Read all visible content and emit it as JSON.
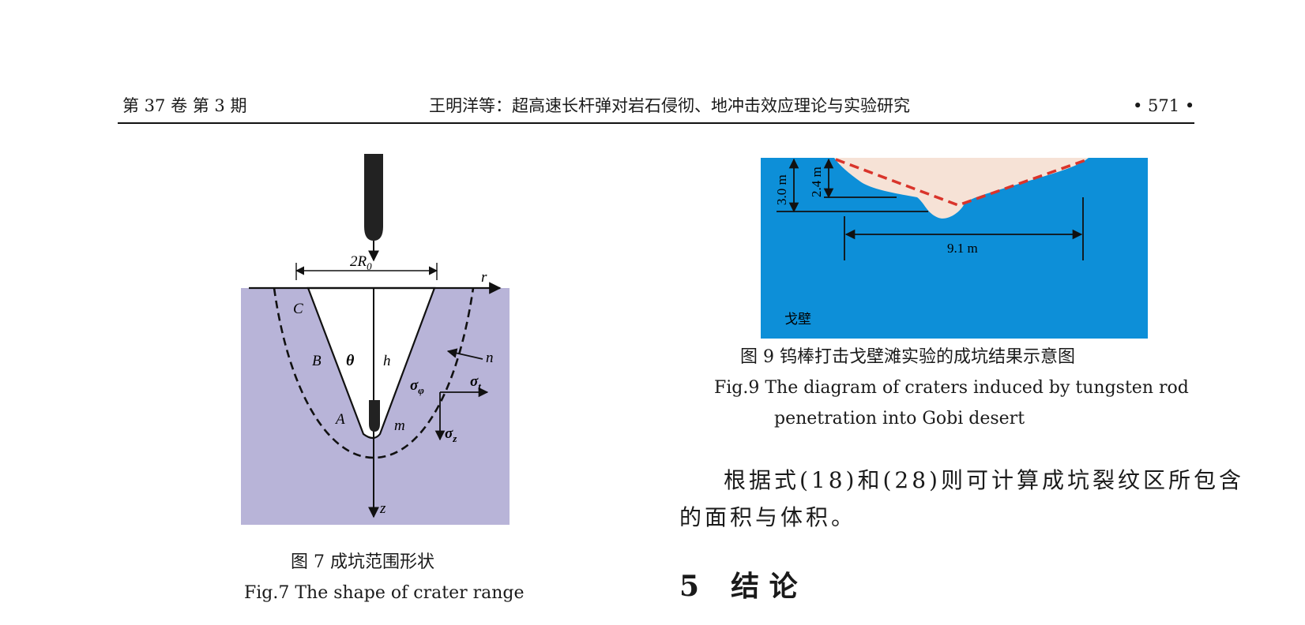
{
  "header": {
    "left": "第 37 卷  第 3 期",
    "center": "王明洋等：超高速长杆弹对岩石侵彻、地冲击效应理论与实验研究",
    "right": "• 571 •"
  },
  "figure7": {
    "labels": {
      "diameter": "2R",
      "diameter_sub": "0",
      "r_axis": "r",
      "z_axis": "z",
      "C": "C",
      "B": "B",
      "A": "A",
      "theta": "θ",
      "h": "h",
      "n": "n",
      "m": "m",
      "sigma_phi": "σ",
      "sigma_phi_sub": "φ",
      "sigma_t": "σ",
      "sigma_t_sub": "t",
      "sigma_z": "σ",
      "sigma_z_sub": "z"
    },
    "caption_cn": "图 7  成坑范围形状",
    "caption_en": "Fig.7  The shape of crater range",
    "colors": {
      "rock": "#b8b4d8",
      "projectile": "#222222"
    }
  },
  "figure9": {
    "labels": {
      "depth_total": "3.0 m",
      "depth_inner": "2.4 m",
      "width": "9.1 m",
      "terrain": "戈壁"
    },
    "caption_cn": "图 9  钨棒打击戈壁滩实验的成坑结果示意图",
    "caption_en_line1": "Fig.9  The diagram of craters induced by tungsten rod",
    "caption_en_line2": "penetration into Gobi desert",
    "colors": {
      "ground": "#0d8fd8",
      "crater": "#f6e2d6",
      "outline": "#d9342b"
    }
  },
  "body": {
    "para_line1": "根据式(18)和(28)则可计算成坑裂纹区所包含",
    "para_line2": "的面积与体积。",
    "section_number": "5",
    "section_title": "结  论"
  }
}
